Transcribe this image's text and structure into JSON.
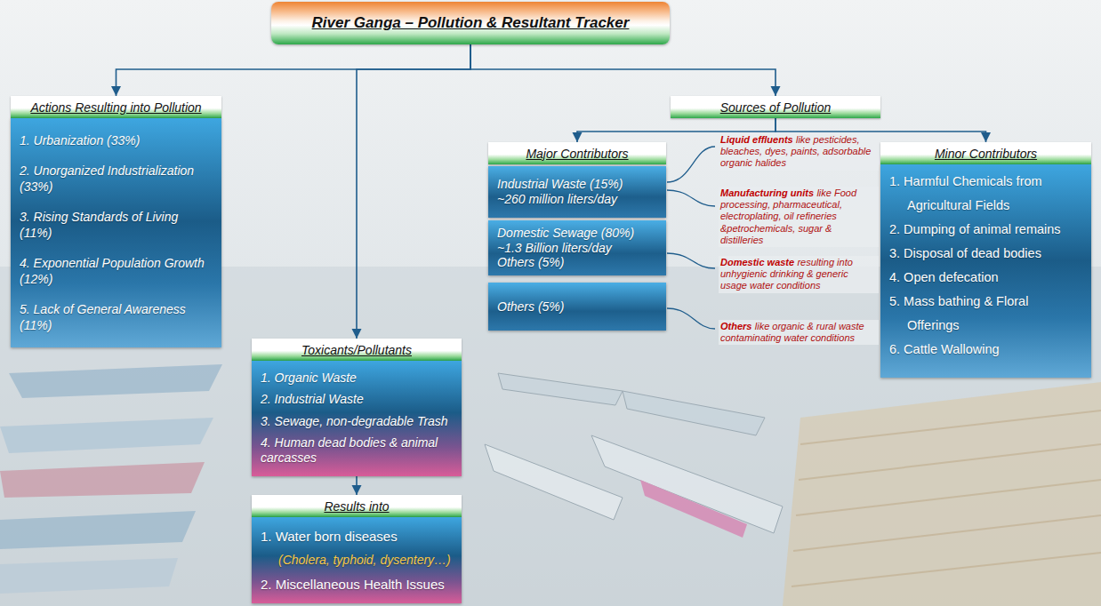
{
  "diagram": {
    "nodes": [
      {
        "text": [
          "River Ganga – Pollution & Resultant Tracker"
        ]
      },
      {
        "text": [
          "Actions Resulting into Pollution",
          "1. Urbanization (33%)",
          "2. Unorganized Industrialization (33%)",
          "3. Rising Standards of Living (11%)",
          "4. Exponential Population Growth (12%)",
          "5. Lack of General Awareness (11%)"
        ]
      },
      {
        "text": [
          "Toxicants/Pollutants",
          "1. Organic Waste",
          "2. Industrial Waste",
          "3. Sewage, non-degradable Trash",
          "4. Human dead bodies & animal carcasses"
        ]
      },
      {
        "text": [
          "Results into",
          "1. Water born diseases",
          "(Cholera, typhoid, dysentery…)",
          "2. Miscellaneous Health Issues"
        ]
      },
      {
        "text": [
          "Sources of Pollution"
        ]
      },
      {
        "text": [
          "Major Contributors"
        ]
      },
      {
        "text": [
          "Industrial Waste (15%)",
          "~260 million liters/day"
        ]
      },
      {
        "text": [
          "Domestic Sewage (80%)",
          "~1.3 Billion liters/day",
          "Others (5%)"
        ]
      },
      {
        "text": [
          "Others (5%)"
        ]
      },
      {
        "text": [
          "Minor Contributors",
          "1. Harmful Chemicals from Agricultural Fields",
          "2. Dumping of animal remains",
          "3. Disposal of dead bodies",
          "4. Open defecation",
          "5. Mass bathing & Floral Offerings",
          "6. Cattle Wallowing"
        ]
      }
    ],
    "edges": [
      {
        "from": 0,
        "to": 1,
        "arrow": "to"
      },
      {
        "from": 0,
        "to": 2,
        "arrow": "to"
      },
      {
        "from": 0,
        "to": 4,
        "arrow": "to"
      },
      {
        "from": 2,
        "to": 3,
        "arrow": "to"
      },
      {
        "from": 4,
        "to": 5,
        "arrow": "to"
      },
      {
        "from": 4,
        "to": 9,
        "arrow": "to"
      }
    ],
    "labels": [
      "Liquid effluents",
      "like pesticides, bleaches, dyes, paints, adsorbable organic halides",
      "Manufacturing units",
      "like Food processing, pharmaceutical, electroplating, oil refineries &petrochemicals, sugar & distilleries",
      "Domestic waste",
      "resulting into unhygienic drinking & generic usage water conditions",
      "Others",
      "like organic & rural waste contaminating water conditions"
    ]
  }
}
